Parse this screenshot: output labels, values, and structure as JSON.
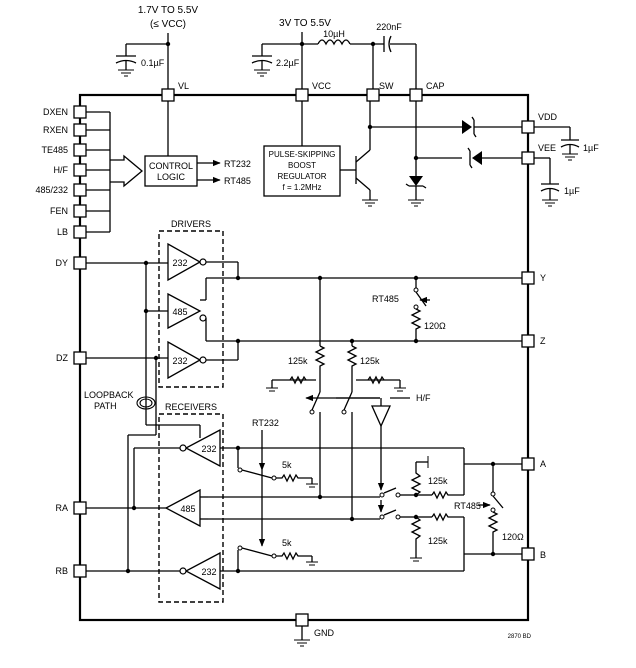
{
  "supplies": {
    "vl_range": "1.7V TO 5.5V",
    "vl_limit": "(≤ VCC)",
    "vl_cap": "0.1µF",
    "vcc_range": "3V TO 5.5V",
    "vcc_cap": "2.2µF",
    "inductor": "10µH",
    "flying_cap": "220nF"
  },
  "top_pins": {
    "vl": "VL",
    "vcc": "VCC",
    "sw": "SW",
    "cap": "CAP"
  },
  "right_pins": {
    "vdd": "VDD",
    "vdd_cap": "1µF",
    "vee": "VEE",
    "vee_cap": "1µF",
    "y": "Y",
    "z": "Z",
    "a": "A",
    "b": "B"
  },
  "left_pins": {
    "dxen": "DXEN",
    "rxen": "RXEN",
    "te485": "TE485",
    "hf": "H/F",
    "sel485": "485/232",
    "fen": "FEN",
    "lb": "LB",
    "dy": "DY",
    "dz": "DZ",
    "ra": "RA",
    "rb": "RB"
  },
  "control_logic": {
    "line1": "CONTROL",
    "line2": "LOGIC",
    "out1": "RT232",
    "out2": "RT485"
  },
  "regulator": {
    "line1": "PULSE-SKIPPING",
    "line2": "BOOST",
    "line3": "REGULATOR",
    "line4": "f = 1.2MHz"
  },
  "drivers": {
    "label": "DRIVERS",
    "d1": "232",
    "d2": "485",
    "d3": "232"
  },
  "receivers": {
    "label": "RECEIVERS",
    "r1": "232",
    "r2": "485",
    "r3": "232"
  },
  "loopback": {
    "line1": "LOOPBACK",
    "line2": "PATH"
  },
  "resistors": {
    "term_y_z": "120Ω",
    "term_a_b": "120Ω",
    "r125k_a": "125k",
    "r125k_b": "125k",
    "r125k_c": "125k",
    "r125k_d": "125k",
    "r5k_a": "5k",
    "r5k_b": "5k"
  },
  "switch_labels": {
    "rt485_drv": "RT485",
    "hf": "H/F",
    "rt232": "RT232",
    "rt485_rcv": "RT485"
  },
  "gnd": "GND",
  "figure_id": "2870 BD"
}
